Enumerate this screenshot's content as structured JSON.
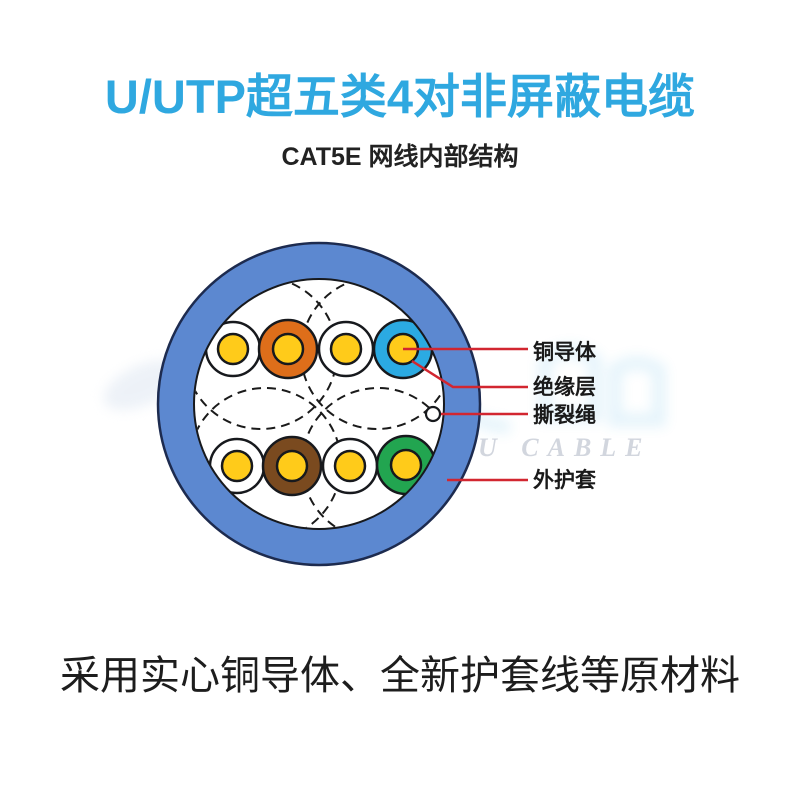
{
  "header": {
    "title": "U/UTP超五类4对非屏蔽电缆",
    "title_color": "#2FA8E0",
    "subtitle": "CAT5E 网线内部结构"
  },
  "diagram": {
    "description": "CAT5E cable cross-section",
    "jacket_color": "#5C88D0",
    "jacket_border_color": "#1D2B4F",
    "core_color": "#FFCB1A",
    "leader_color": "#D22630",
    "label_color": "#1A1A1A",
    "wires": [
      {
        "position": "top-1",
        "name": "white-insulated-wire",
        "ring_color": "#FFFFFF"
      },
      {
        "position": "top-2",
        "name": "orange-insulated-wire",
        "ring_color": "#DE6E1A"
      },
      {
        "position": "top-3",
        "name": "white-insulated-wire",
        "ring_color": "#FFFFFF"
      },
      {
        "position": "top-4",
        "name": "blue-insulated-wire",
        "ring_color": "#2BAAE2"
      },
      {
        "position": "bottom-1",
        "name": "white-insulated-wire",
        "ring_color": "#FFFFFF"
      },
      {
        "position": "bottom-2",
        "name": "brown-insulated-wire",
        "ring_color": "#7A4A1F"
      },
      {
        "position": "bottom-3",
        "name": "white-insulated-wire",
        "ring_color": "#FFFFFF"
      },
      {
        "position": "bottom-4",
        "name": "green-insulated-wire",
        "ring_color": "#22A550"
      }
    ],
    "labels": [
      {
        "text": "铜导体"
      },
      {
        "text": "绝缘层"
      },
      {
        "text": "撕裂绳"
      },
      {
        "text": "外护套"
      }
    ]
  },
  "watermark": {
    "text": "U CABLE"
  },
  "footer": {
    "text": "采用实心铜导体、全新护套线等原材料"
  }
}
